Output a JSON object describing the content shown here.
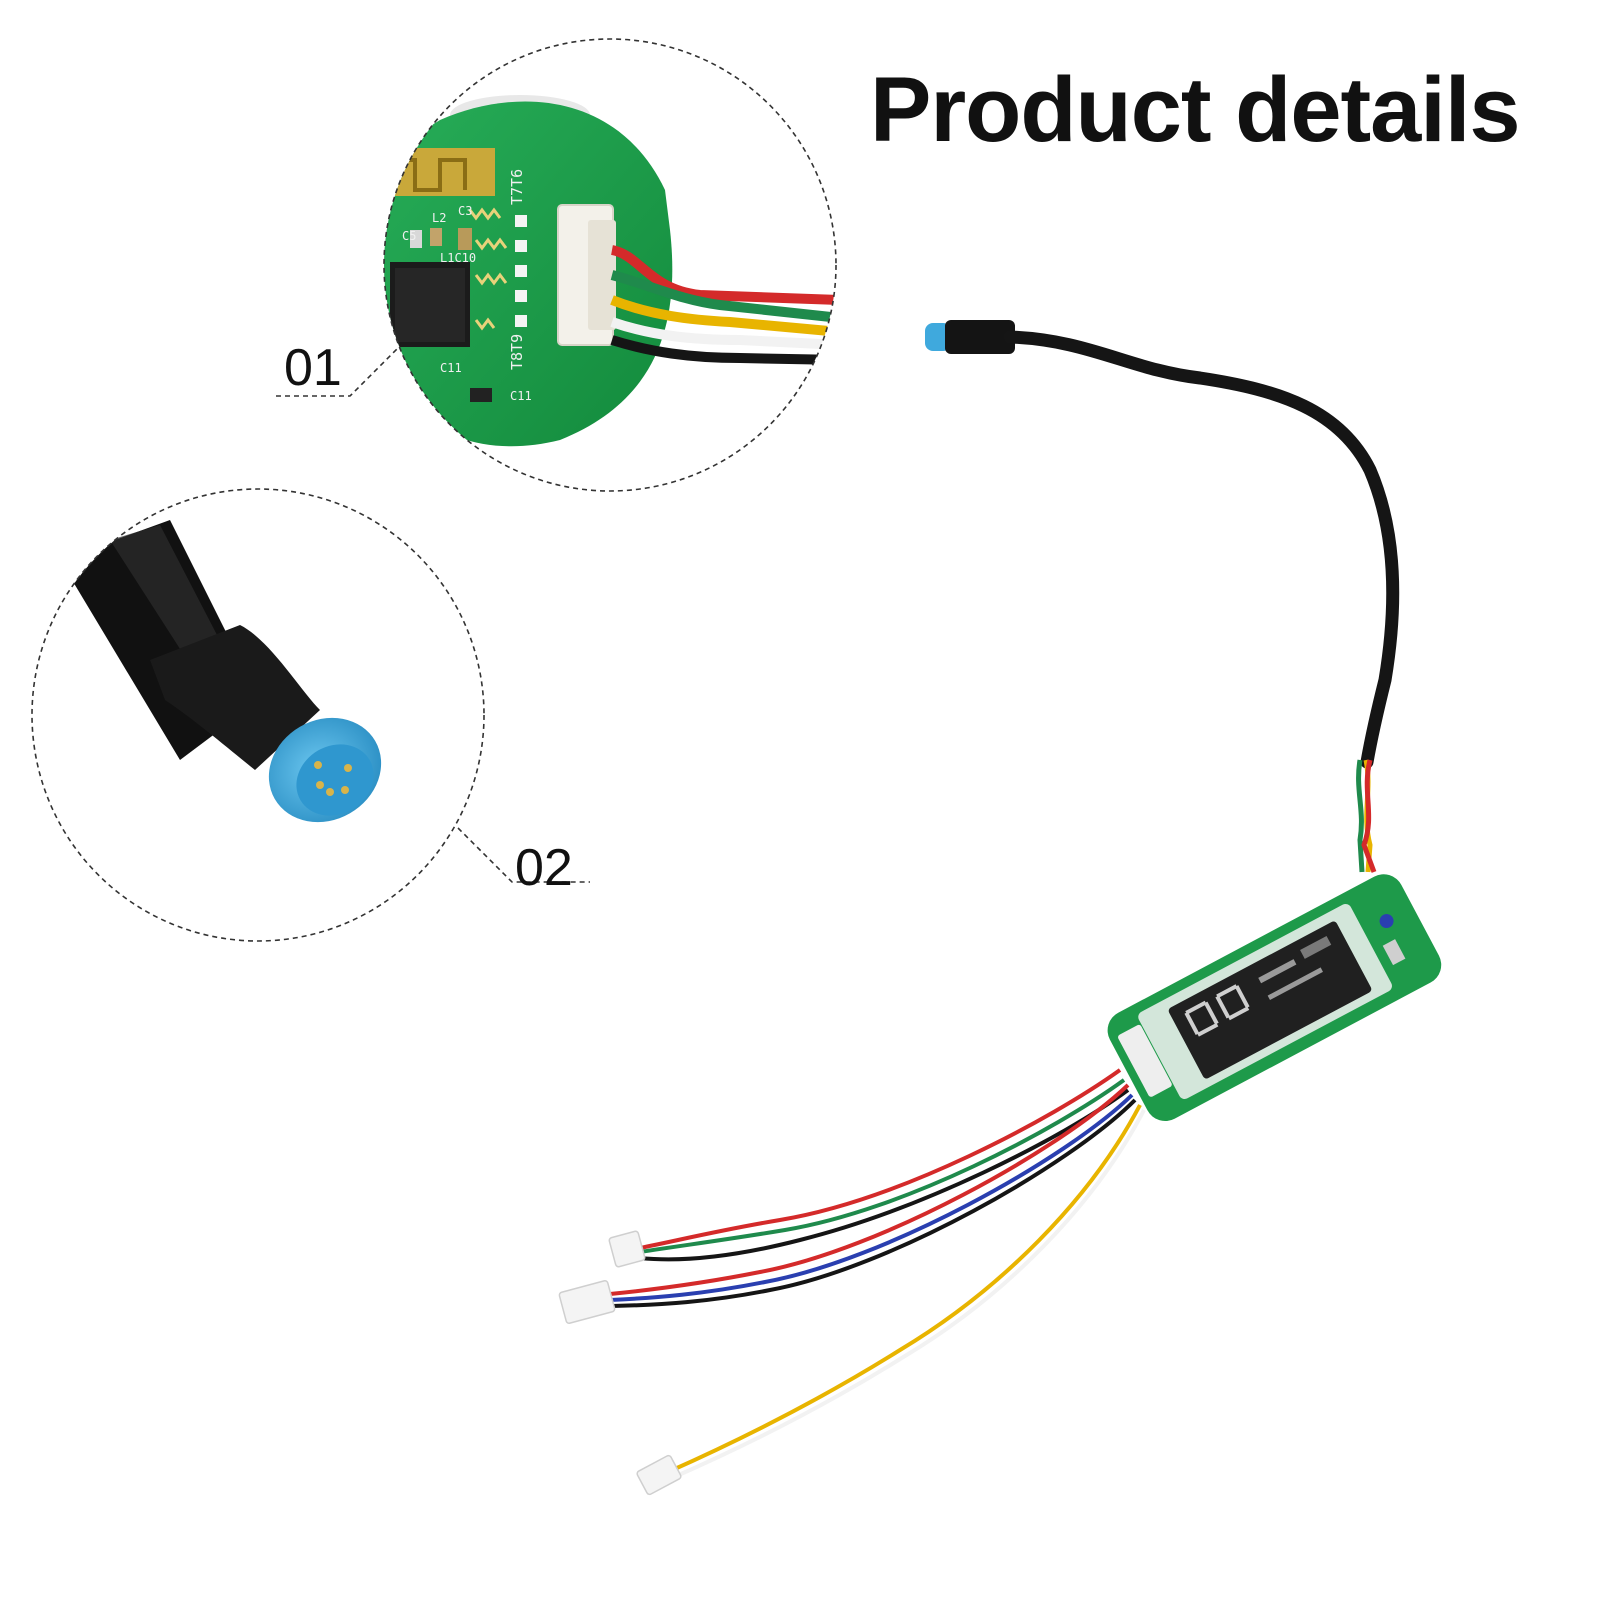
{
  "header": {
    "title": "Product details"
  },
  "callouts": [
    {
      "id": "01",
      "label": "01"
    },
    {
      "id": "02",
      "label": "02"
    }
  ],
  "pcb_silkscreen": [
    "T7",
    "T6",
    "T8",
    "T9",
    "C3",
    "C5",
    "L2",
    "L1",
    "C10",
    "C11"
  ],
  "colors": {
    "pcb_green": "#1e9a4a",
    "connector_blue": "#3fa9dd",
    "cable_black": "#151515",
    "wire_red": "#d42a2a",
    "wire_green": "#1f8a4c",
    "wire_yellow": "#e8b400",
    "wire_white": "#f2f2f2",
    "wire_blue": "#2a3fb0"
  }
}
